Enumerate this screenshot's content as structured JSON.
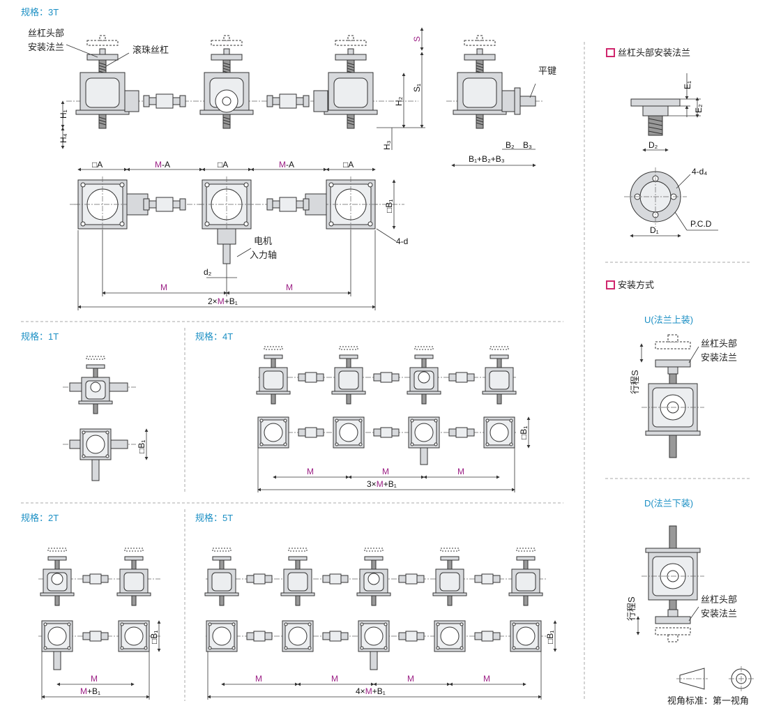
{
  "spec_prefix": "规格：",
  "spec_3t": "3T",
  "spec_1t": "1T",
  "spec_4t": "4T",
  "spec_2t": "2T",
  "spec_5t": "5T",
  "labels": {
    "screw_flange": "丝杠头部",
    "install_flange": "安装法兰",
    "ball_screw": "滚珠丝杠",
    "key": "平键",
    "motor": "电机",
    "input_shaft": "入力轴",
    "stroke": "行程S"
  },
  "dims": {
    "S": "S",
    "S1": "S₁",
    "H1": "H₁",
    "H2": "H₂",
    "H3": "H₃",
    "H4": "H₄",
    "B1": "□B₁",
    "B2": "B₂",
    "B3": "B₃",
    "B_sum": "B₁+B₂+B₃",
    "A": "□A",
    "MA": "M-A",
    "M": "M",
    "d": "4-d",
    "d2": "d₂",
    "total_3t": "2×M+B₁",
    "total_4t": "3×M+B₁",
    "total_2t": "M+B₁",
    "total_5t": "4×M+B₁",
    "E1": "E₁",
    "E2": "E₂",
    "D1": "D₁",
    "D2": "D₂",
    "d4": "4-d₄",
    "pcd": "P.C.D"
  },
  "sections": {
    "flange_title": "丝杠头部安装法兰",
    "mount_title": "安装方式",
    "u_mount": "U(法兰上装)",
    "d_mount": "D(法兰下装)",
    "view_standard": "视角标准：第一视角"
  },
  "colors": {
    "spec_blue": "#1b8fc4",
    "dim_magenta": "#9b1e84",
    "section_marker": "#d0266d"
  }
}
